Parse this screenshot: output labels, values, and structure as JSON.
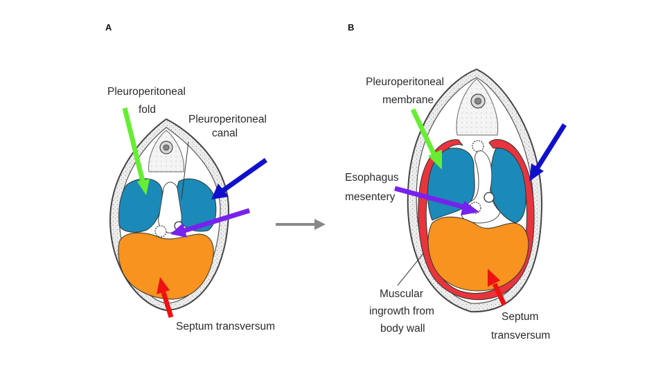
{
  "panels": [
    {
      "letter": "A",
      "labels": {
        "fold_line1": "Pleuroperitoneal",
        "fold_line2": "fold",
        "canal_line1": "Pleuroperitoneal",
        "canal_line2": "canal",
        "septum": "Septum transversum"
      }
    },
    {
      "letter": "B",
      "labels": {
        "membrane_line1": "Pleuroperitoneal",
        "membrane_line2": "membrane",
        "esoph_line1": "Esophagus",
        "esoph_line2": "mesentery",
        "muscular_line1": "Muscular",
        "muscular_line2": "ingrowth from",
        "muscular_line3": "body wall",
        "septum_line1": "Septum",
        "septum_line2": "transversum"
      }
    }
  ],
  "colors": {
    "pleural_cavity": "#1b8ab8",
    "septum_transversum": "#f7931e",
    "body_wall_ingrowth": "#e8343c",
    "arrow_green": "#66ee33",
    "arrow_blue": "#1010cc",
    "arrow_purple": "#7722ee",
    "arrow_red": "#ee1111",
    "transition_arrow": "#888888"
  },
  "icons": {
    "transition": "right-arrow-icon"
  }
}
